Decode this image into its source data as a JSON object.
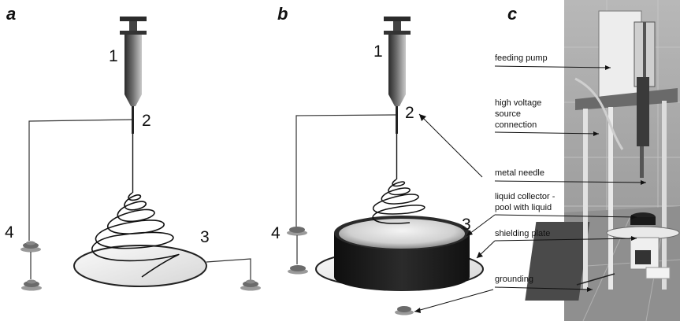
{
  "panels": {
    "a": {
      "letter": "a",
      "labels": [
        "1",
        "2",
        "3",
        "4"
      ]
    },
    "b": {
      "letter": "b",
      "labels": [
        "1",
        "2",
        "3",
        "4"
      ]
    },
    "c": {
      "letter": "c",
      "annotations": {
        "feeding_pump": "feeding pump",
        "hv_line1": "high voltage",
        "hv_line2": "source",
        "hv_line3": "connection",
        "metal_needle": "metal needle",
        "liquid_line1": "liquid collector -",
        "liquid_line2": "pool with liquid",
        "shielding_plate": "shielding plate",
        "grounding": "grounding"
      }
    }
  },
  "colors": {
    "ink": "#111111",
    "plate_light": "#eeeeee",
    "pool_wall": "#1e1e1e",
    "photo_wall": "#a9a9a9"
  }
}
